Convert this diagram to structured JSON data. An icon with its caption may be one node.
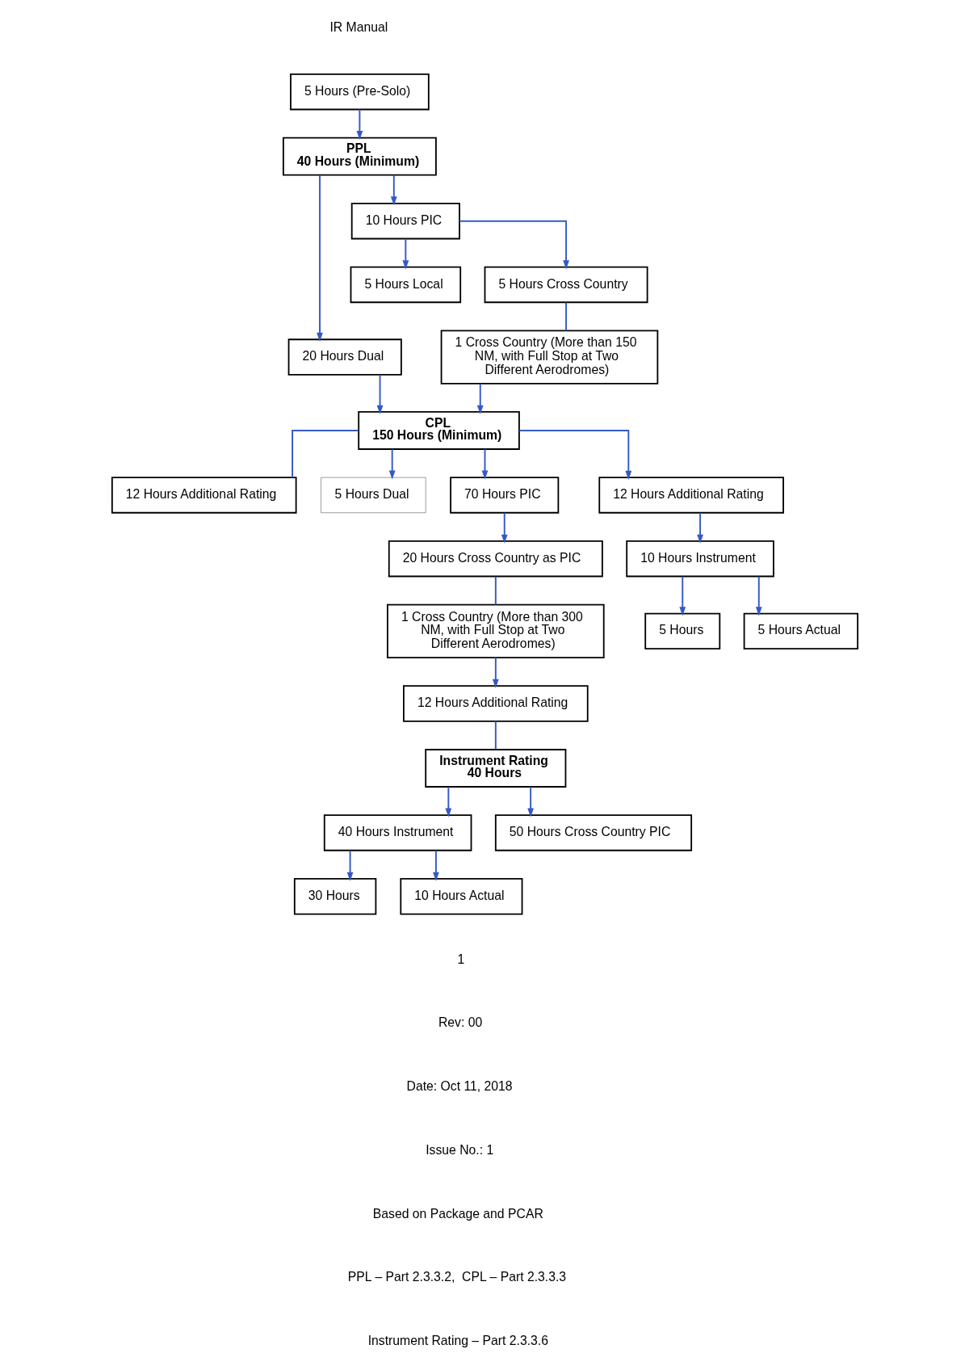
{
  "diagram": {
    "nodes": [
      {
        "text": [
          "5 Hours (Pre-Solo)"
        ]
      },
      {
        "text": [
          "PPL",
          "40 Hours (Minimum)"
        ]
      },
      {
        "text": [
          "20 Hours Dual"
        ]
      },
      {
        "text": [
          "10 Hours PIC"
        ]
      },
      {
        "text": [
          "5 Hours Local"
        ]
      },
      {
        "text": [
          "5 Hours Cross Country"
        ]
      },
      {
        "text": [
          "1 Cross Country (More than 150 NM, with Full Stop at Two Different Aerodromes)"
        ]
      },
      {
        "text": [
          "CPL",
          "150 Hours (Minimum)"
        ]
      },
      {
        "text": [
          "12 Hours Additional Rating"
        ]
      },
      {
        "text": [
          "5 Hours Dual"
        ]
      },
      {
        "text": [
          "70 Hours PIC"
        ]
      },
      {
        "text": [
          "12 Hours Additional Rating"
        ]
      },
      {
        "text": [
          "20 Hours Cross Country as PIC"
        ]
      },
      {
        "text": [
          "5 Hours"
        ]
      },
      {
        "text": [
          "1 Cross Country (More than 300 NM, with Full Stop at Two Different Aerodromes)"
        ]
      },
      {
        "text": [
          "5 Hours Actual"
        ]
      },
      {
        "text": [
          "10 Hours Instrument"
        ]
      },
      {
        "text": [
          "12 Hours Additional Rating"
        ]
      },
      {
        "text": [
          "Instrument Rating",
          "40 Hours"
        ]
      },
      {
        "text": [
          "40 Hours Instrument"
        ]
      },
      {
        "text": [
          "50 Hours Cross Country PIC"
        ]
      },
      {
        "text": [
          "30 Hours"
        ]
      },
      {
        "text": [
          "10 Hours Actual"
        ]
      }
    ],
    "edges": [
      {
        "from": 0,
        "to": 1,
        "arrow": "to"
      },
      {
        "from": 1,
        "to": 2,
        "arrow": "to"
      },
      {
        "from": 1,
        "to": 3,
        "arrow": "to"
      },
      {
        "from": 3,
        "to": 4,
        "arrow": "to"
      },
      {
        "from": 3,
        "to": 5,
        "arrow": "to"
      },
      {
        "from": 5,
        "to": 6,
        "arrow": "none"
      },
      {
        "from": 2,
        "to": 7,
        "arrow": "to"
      },
      {
        "from": 6,
        "to": 7,
        "arrow": "to"
      },
      {
        "from": 7,
        "to": 8,
        "arrow": "none"
      },
      {
        "from": 7,
        "to": 11,
        "arrow": "to"
      },
      {
        "from": 7,
        "to": 9,
        "arrow": "to"
      },
      {
        "from": 7,
        "to": 10,
        "arrow": "to"
      },
      {
        "from": 10,
        "to": 12,
        "arrow": "to"
      },
      {
        "from": 12,
        "to": 14,
        "arrow": "none"
      },
      {
        "from": 11,
        "to": 16,
        "arrow": "to"
      },
      {
        "from": 16,
        "to": 13,
        "arrow": "to"
      },
      {
        "from": 16,
        "to": 15,
        "arrow": "to"
      },
      {
        "from": 14,
        "to": 17,
        "arrow": "to"
      },
      {
        "from": 17,
        "to": 18,
        "arrow": "none"
      },
      {
        "from": 18,
        "to": 19,
        "arrow": "to"
      },
      {
        "from": 18,
        "to": 20,
        "arrow": "to"
      },
      {
        "from": 19,
        "to": 21,
        "arrow": "to"
      },
      {
        "from": 19,
        "to": 22,
        "arrow": "to"
      }
    ],
    "labels": [
      "IR Manual",
      "1",
      "Rev: 00",
      "Date: Oct 11, 2018",
      "Issue No.: 1",
      "Based on Package and PCAR",
      "PPL – Part 2.3.3.2,  CPL – Part 2.3.3.3",
      "Instrument Rating – Part 2.3.3.6"
    ]
  }
}
